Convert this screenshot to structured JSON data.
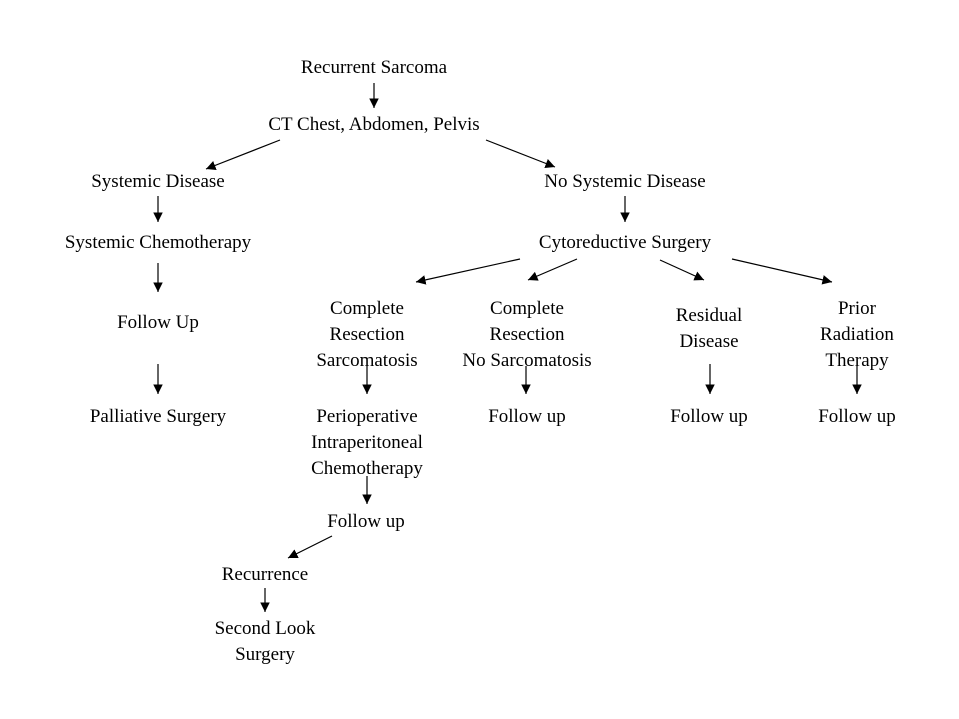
{
  "nodes": {
    "recurrent_sarcoma": [
      "Recurrent Sarcoma"
    ],
    "ct_scan": [
      "CT Chest, Abdomen, Pelvis"
    ],
    "systemic_disease": [
      "Systemic Disease"
    ],
    "no_systemic_disease": [
      "No Systemic Disease"
    ],
    "systemic_chemotherapy": [
      "Systemic Chemotherapy"
    ],
    "cytoreductive_surgery": [
      "Cytoreductive Surgery"
    ],
    "follow_up_left": [
      "Follow Up"
    ],
    "complete_resection_sarcomatosis": [
      "Complete",
      "Resection",
      "Sarcomatosis"
    ],
    "complete_resection_no_sarcomatosis": [
      "Complete",
      "Resection",
      "No Sarcomatosis"
    ],
    "residual_disease": [
      "Residual",
      "Disease"
    ],
    "prior_radiation_therapy": [
      "Prior",
      "Radiation",
      "Therapy"
    ],
    "palliative_surgery": [
      "Palliative Surgery"
    ],
    "perioperative_chemo": [
      "Perioperative",
      "Intraperitoneal",
      "Chemotherapy"
    ],
    "follow_up_no_sarcomatosis": [
      "Follow up"
    ],
    "follow_up_residual": [
      "Follow up"
    ],
    "follow_up_radiation": [
      "Follow up"
    ],
    "follow_up_after_chemo": [
      "Follow up"
    ],
    "recurrence": [
      "Recurrence"
    ],
    "second_look_surgery": [
      "Second Look",
      "Surgery"
    ]
  },
  "colors": {
    "background": "#ffffff",
    "text": "#000000",
    "arrow": "#000000"
  }
}
